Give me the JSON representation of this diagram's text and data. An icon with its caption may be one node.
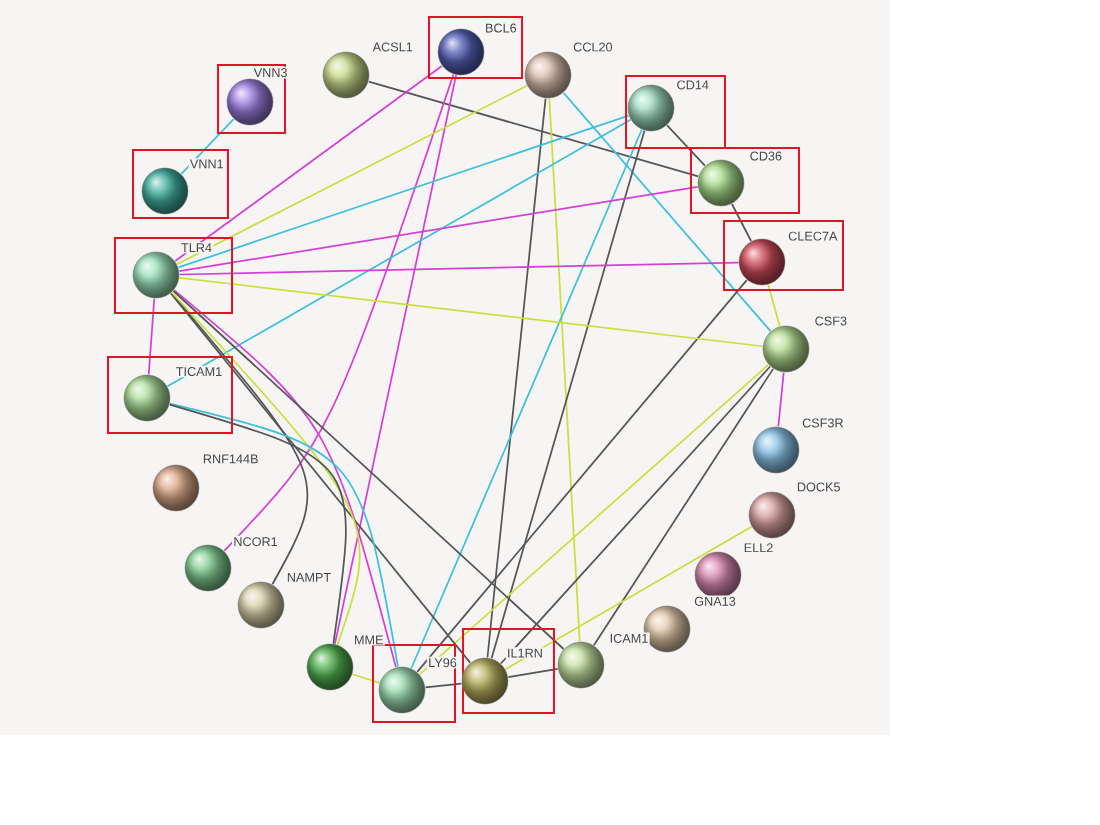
{
  "diagram": {
    "nodes": [
      {
        "text": [],
        "shape": "box"
      },
      {
        "text": [
          "VNN3"
        ],
        "in": 0
      },
      {
        "text": [
          "ACSL1"
        ]
      },
      {
        "text": [],
        "shape": "box"
      },
      {
        "text": [
          "BCL6"
        ],
        "in": 3
      },
      {
        "text": [
          "CCL20"
        ]
      },
      {
        "text": [],
        "shape": "box"
      },
      {
        "text": [
          "CD14"
        ],
        "in": 6
      },
      {
        "text": [],
        "shape": "box"
      },
      {
        "text": [
          "CD36"
        ],
        "in": 8
      },
      {
        "text": [],
        "shape": "box"
      },
      {
        "text": [
          "CLEC7A"
        ],
        "in": 10
      },
      {
        "text": [
          "CSF3"
        ]
      },
      {
        "text": [
          "CSF3R"
        ]
      },
      {
        "text": [
          "DOCK5"
        ]
      },
      {
        "text": [
          "ELL2"
        ]
      },
      {
        "text": [
          "GNA13"
        ]
      },
      {
        "text": [
          "ICAM1"
        ]
      },
      {
        "text": [],
        "shape": "box"
      },
      {
        "text": [
          "IL1RN"
        ],
        "in": 18
      },
      {
        "text": [],
        "shape": "box"
      },
      {
        "text": [
          "LY96"
        ],
        "in": 20
      },
      {
        "text": [
          "MME"
        ]
      },
      {
        "text": [
          "NAMPT"
        ]
      },
      {
        "text": [
          "NCOR1"
        ]
      },
      {
        "text": [
          "RNF144B"
        ]
      },
      {
        "text": [],
        "shape": "box"
      },
      {
        "text": [
          "TICAM1"
        ],
        "in": 26
      },
      {
        "text": [],
        "shape": "box"
      },
      {
        "text": [
          "TLR4"
        ],
        "in": 28
      },
      {
        "text": [],
        "shape": "box"
      },
      {
        "text": [
          "VNN1"
        ],
        "in": 30
      }
    ],
    "edges": [
      {
        "from": 1,
        "to": 31,
        "arrow": "none",
        "color": "#3cc0dd"
      },
      {
        "from": 2,
        "to": 9,
        "arrow": "none"
      },
      {
        "from": 4,
        "to": 29,
        "arrow": "none",
        "color": "#d63fd6"
      },
      {
        "from": 4,
        "to": 24,
        "arrow": "none",
        "color": "#d63fd6"
      },
      {
        "from": 4,
        "to": 22,
        "arrow": "none",
        "color": "#d63fd6"
      },
      {
        "from": 5,
        "to": 29,
        "arrow": "none",
        "color": "#c8e03c"
      },
      {
        "from": 5,
        "to": 19,
        "arrow": "none"
      },
      {
        "from": 5,
        "to": 17,
        "arrow": "none",
        "color": "#c8e03c"
      },
      {
        "from": 5,
        "to": 12,
        "arrow": "none",
        "color": "#3cc0dd"
      },
      {
        "from": 7,
        "to": 29,
        "arrow": "none",
        "color": "#3cc0dd"
      },
      {
        "from": 7,
        "to": 27,
        "arrow": "none",
        "color": "#3cc0dd"
      },
      {
        "from": 7,
        "to": 9,
        "arrow": "none"
      },
      {
        "from": 7,
        "to": 21,
        "arrow": "none",
        "color": "#3cc0dd"
      },
      {
        "from": 7,
        "to": 19,
        "arrow": "none"
      },
      {
        "from": 9,
        "to": 29,
        "arrow": "none",
        "color": "#d63fd6"
      },
      {
        "from": 9,
        "to": 11,
        "arrow": "none"
      },
      {
        "from": 11,
        "to": 29,
        "arrow": "none",
        "color": "#d63fd6"
      },
      {
        "from": 11,
        "to": 21,
        "arrow": "none"
      },
      {
        "from": 11,
        "to": 12,
        "arrow": "none",
        "color": "#c8e03c"
      },
      {
        "from": 12,
        "to": 29,
        "arrow": "none",
        "color": "#c8e03c"
      },
      {
        "from": 12,
        "to": 13,
        "arrow": "none",
        "color": "#d63fd6"
      },
      {
        "from": 12,
        "to": 19,
        "arrow": "none"
      },
      {
        "from": 12,
        "to": 17,
        "arrow": "none"
      },
      {
        "from": 12,
        "to": 21,
        "arrow": "none",
        "color": "#c8e03c"
      },
      {
        "from": 14,
        "to": 19,
        "arrow": "none",
        "color": "#c8e03c"
      },
      {
        "from": 29,
        "to": 27,
        "arrow": "none",
        "color": "#d63fd6"
      },
      {
        "from": 29,
        "to": 21,
        "arrow": "none",
        "color": "#d63fd6"
      },
      {
        "from": 29,
        "to": 23,
        "arrow": "none"
      },
      {
        "from": 29,
        "to": 19,
        "arrow": "none"
      },
      {
        "from": 29,
        "to": 17,
        "arrow": "none"
      },
      {
        "from": 29,
        "to": 22,
        "arrow": "none",
        "color": "#c8e03c"
      },
      {
        "from": 27,
        "to": 21,
        "arrow": "none",
        "color": "#3cc0dd"
      },
      {
        "from": 27,
        "to": 22,
        "arrow": "none"
      },
      {
        "from": 21,
        "to": 19,
        "arrow": "none"
      },
      {
        "from": 19,
        "to": 17,
        "arrow": "none"
      },
      {
        "from": 22,
        "to": 21,
        "arrow": "none",
        "color": "#c8e03c"
      }
    ]
  }
}
